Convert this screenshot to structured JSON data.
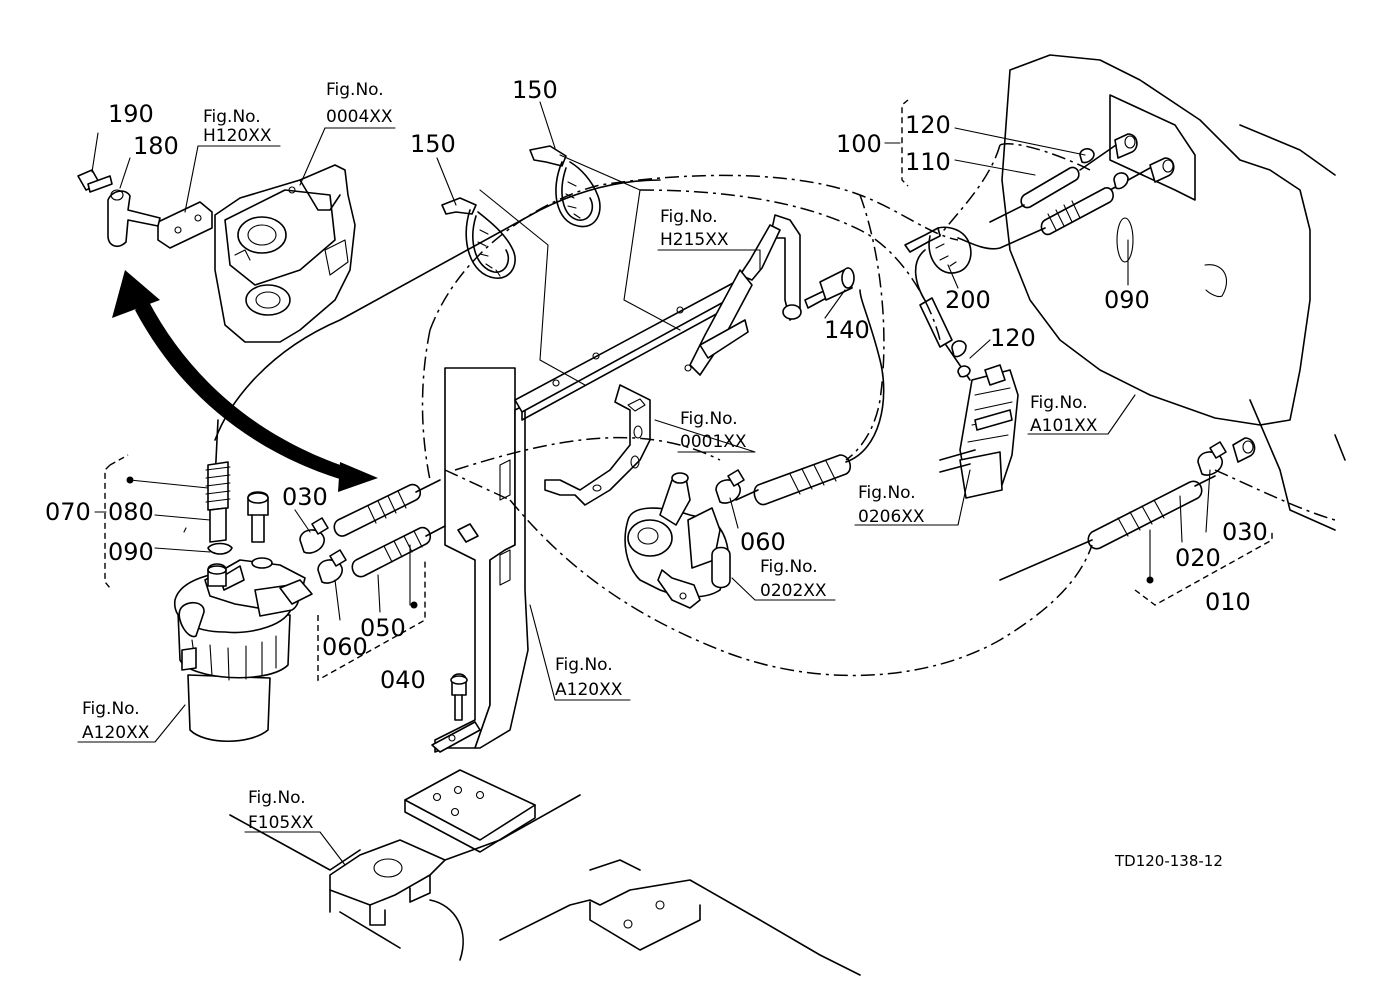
{
  "fig_label": "Fig.No.",
  "figure_refs": {
    "h120": "H120XX",
    "fig0004": "0004XX",
    "h215": "H215XX",
    "fig0001": "0001XX",
    "fig0206": "0206XX",
    "fig0202": "0202XX",
    "a101": "A101XX",
    "a120_right": "A120XX",
    "a120_left": "A120XX",
    "f105": "F105XX"
  },
  "callouts": {
    "p190": "190",
    "p180": "180",
    "p150a": "150",
    "p150b": "150",
    "p100": "100",
    "p120a": "120",
    "p110": "110",
    "p140": "140",
    "p200": "200",
    "p090a": "090",
    "p120b": "120",
    "p070": "070",
    "p080": "080",
    "p090b": "090",
    "p030a": "030",
    "p060a": "060",
    "p050": "050",
    "p040": "040",
    "p060b": "060",
    "p020": "020",
    "p030b": "030",
    "p010": "010"
  },
  "drawing_id": "TD120-138-12"
}
